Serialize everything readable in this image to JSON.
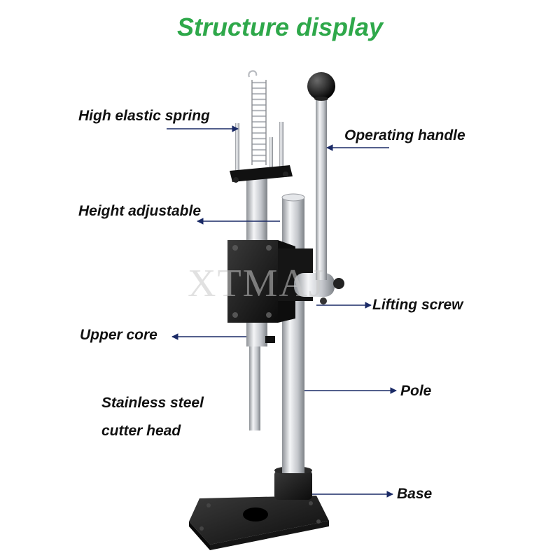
{
  "title": "Structure display",
  "watermark": "XTMAJ",
  "labels": {
    "spring": "High elastic spring",
    "handle": "Operating handle",
    "height": "Height adjustable",
    "screw": "Lifting screw",
    "core": "Upper core",
    "pole": "Pole",
    "cutter_line1": "Stainless steel",
    "cutter_line2": "cutter head",
    "base": "Base"
  },
  "colors": {
    "title": "#2ea84a",
    "arrow": "#1a2a66",
    "metal_dark": "#1b1b1b",
    "metal_silver": "#c9ccd1"
  }
}
